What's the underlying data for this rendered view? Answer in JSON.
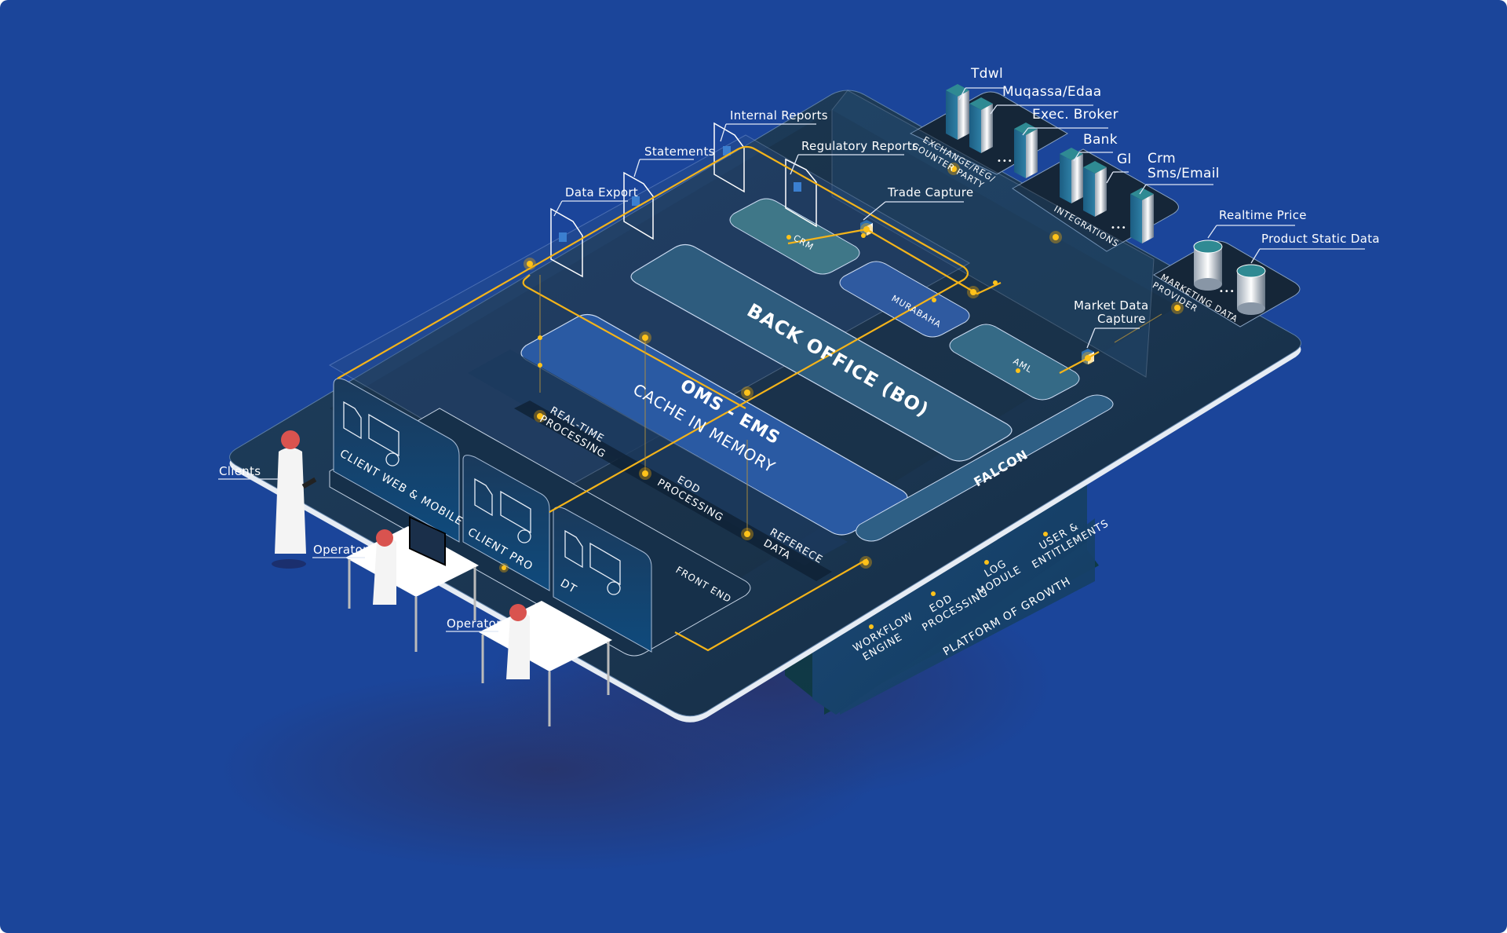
{
  "diagram": {
    "title": "Platform architecture",
    "colors": {
      "background": "#1b459a",
      "platform": "#1d3a57",
      "accent_wire": "#f4b41a",
      "node_dot": "#ffc21a",
      "server_top": "#2f8a93"
    },
    "layers": {
      "back_office": "BACK OFFICE (BO)",
      "oms_ems_title": "OMS - EMS",
      "oms_ems_subtitle": "CACHE IN MEMORY",
      "crm": "CRM",
      "murabaha": "MURABAHA",
      "aml": "AML",
      "falcon": "FALCON",
      "real_time_processing": [
        "REAL-TIME",
        "PROCESSING"
      ],
      "eod_processing": [
        "EOD",
        "PROCESSING"
      ],
      "reference_data": [
        "REFERECE",
        "DATA"
      ]
    },
    "front_end": {
      "label": "FRONT END",
      "panels": [
        {
          "label": "CLIENT WEB & MOBILE"
        },
        {
          "label": "CLIENT PRO"
        },
        {
          "label": "DT"
        }
      ]
    },
    "platform_of_growth": {
      "label": "PLATFORM OF GROWTH",
      "modules": [
        [
          "WORKFLOW",
          "ENGINE"
        ],
        [
          "EOD",
          "PROCESSING"
        ],
        [
          "LOG",
          "MODULE"
        ],
        [
          "USER &",
          "ENTITLEMENTS"
        ]
      ]
    },
    "external_groups": {
      "exchange": [
        "EXCHANGE/REG/",
        "COUNTER PARTY"
      ],
      "integrations": "INTEGRATIONS",
      "market_data": [
        "MARKETING DATA",
        "PROVIDER"
      ],
      "ellipsis": "•••"
    },
    "callouts": {
      "tdwl": "Tdwl",
      "muqassa": "Muqassa/Edaa",
      "exec_broker": "Exec. Broker",
      "bank": "Bank",
      "gl": "Gl",
      "crm_sms_1": "Crm",
      "crm_sms_2": "Sms/Email",
      "realtime_price": "Realtime Price",
      "product_static": "Product Static Data",
      "market_data_capture_1": "Market Data",
      "market_data_capture_2": "Capture",
      "trade_capture": "Trade Capture",
      "internal_reports": "Internal Reports",
      "regulatory_reports": "Regulatory Reports",
      "statements": "Statements",
      "data_export": "Data Export",
      "clients": "Clients",
      "operators_1": "Operators",
      "operators_2": "Operators"
    }
  }
}
